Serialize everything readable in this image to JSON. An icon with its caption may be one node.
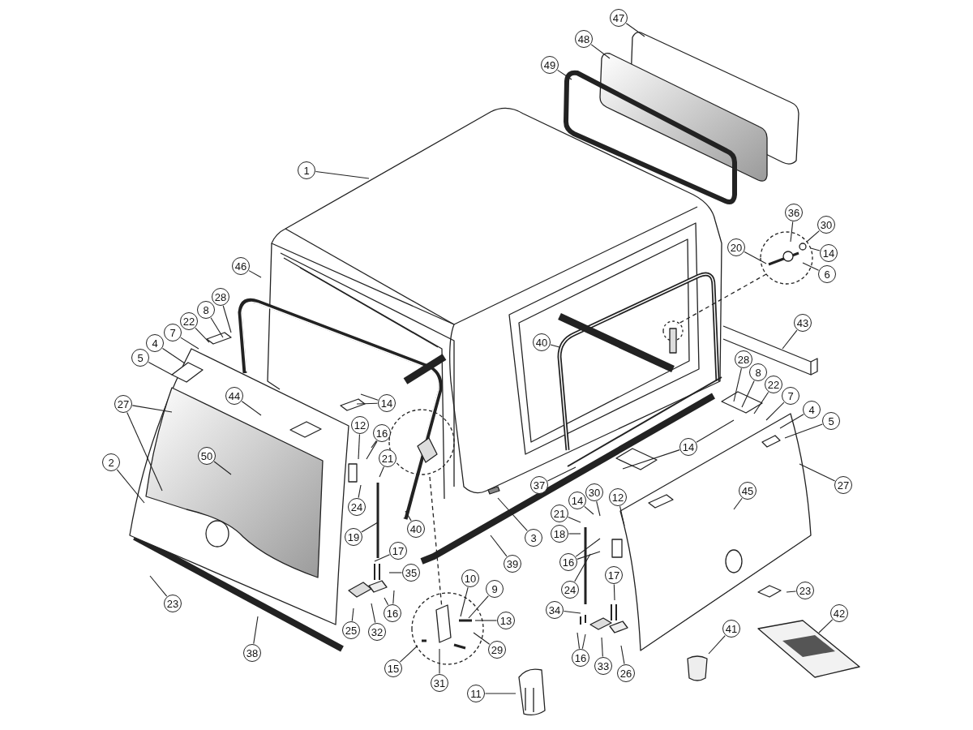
{
  "diagram": {
    "nodes": [
      {
        "text": [
          "47"
        ]
      },
      {
        "text": [
          "48"
        ]
      },
      {
        "text": [
          "49"
        ]
      },
      {
        "text": [
          "1"
        ]
      },
      {
        "text": [
          "36"
        ]
      },
      {
        "text": [
          "30"
        ]
      },
      {
        "text": [
          "20"
        ]
      },
      {
        "text": [
          "14"
        ]
      },
      {
        "text": [
          "6"
        ]
      },
      {
        "text": [
          "46"
        ]
      },
      {
        "text": [
          "28"
        ]
      },
      {
        "text": [
          "8"
        ]
      },
      {
        "text": [
          "22"
        ]
      },
      {
        "text": [
          "43"
        ]
      },
      {
        "text": [
          "7"
        ]
      },
      {
        "text": [
          "40"
        ]
      },
      {
        "text": [
          "4"
        ]
      },
      {
        "text": [
          "5"
        ]
      },
      {
        "text": [
          "28"
        ]
      },
      {
        "text": [
          "8"
        ]
      },
      {
        "text": [
          "22"
        ]
      },
      {
        "text": [
          "7"
        ]
      },
      {
        "text": [
          "44"
        ]
      },
      {
        "text": [
          "14"
        ]
      },
      {
        "text": [
          "27"
        ]
      },
      {
        "text": [
          "4"
        ]
      },
      {
        "text": [
          "5"
        ]
      },
      {
        "text": [
          "12"
        ]
      },
      {
        "text": [
          "16"
        ]
      },
      {
        "text": [
          "14"
        ]
      },
      {
        "text": [
          "21"
        ]
      },
      {
        "text": [
          "50"
        ]
      },
      {
        "text": [
          "2"
        ]
      },
      {
        "text": [
          "27"
        ]
      },
      {
        "text": [
          "37"
        ]
      },
      {
        "text": [
          "45"
        ]
      },
      {
        "text": [
          "30"
        ]
      },
      {
        "text": [
          "14"
        ]
      },
      {
        "text": [
          "12"
        ]
      },
      {
        "text": [
          "24"
        ]
      },
      {
        "text": [
          "21"
        ]
      },
      {
        "text": [
          "40"
        ]
      },
      {
        "text": [
          "18"
        ]
      },
      {
        "text": [
          "19"
        ]
      },
      {
        "text": [
          "3"
        ]
      },
      {
        "text": [
          "17"
        ]
      },
      {
        "text": [
          "16"
        ]
      },
      {
        "text": [
          "39"
        ]
      },
      {
        "text": [
          "35"
        ]
      },
      {
        "text": [
          "17"
        ]
      },
      {
        "text": [
          "10"
        ]
      },
      {
        "text": [
          "9"
        ]
      },
      {
        "text": [
          "24"
        ]
      },
      {
        "text": [
          "23"
        ]
      },
      {
        "text": [
          "23"
        ]
      },
      {
        "text": [
          "34"
        ]
      },
      {
        "text": [
          "16"
        ]
      },
      {
        "text": [
          "42"
        ]
      },
      {
        "text": [
          "13"
        ]
      },
      {
        "text": [
          "41"
        ]
      },
      {
        "text": [
          "25"
        ]
      },
      {
        "text": [
          "32"
        ]
      },
      {
        "text": [
          "29"
        ]
      },
      {
        "text": [
          "38"
        ]
      },
      {
        "text": [
          "16"
        ]
      },
      {
        "text": [
          "33"
        ]
      },
      {
        "text": [
          "15"
        ]
      },
      {
        "text": [
          "26"
        ]
      },
      {
        "text": [
          "31"
        ]
      },
      {
        "text": [
          "11"
        ]
      }
    ],
    "edges": [
      {
        "from": 0,
        "to": null,
        "arrow": "none"
      },
      {
        "from": 1,
        "to": null,
        "arrow": "none"
      },
      {
        "from": 2,
        "to": null,
        "arrow": "none"
      },
      {
        "from": 3,
        "to": null,
        "arrow": "none"
      },
      {
        "from": 4,
        "to": null,
        "arrow": "none"
      },
      {
        "from": 5,
        "to": null,
        "arrow": "none"
      },
      {
        "from": 6,
        "to": null,
        "arrow": "none"
      },
      {
        "from": 7,
        "to": null,
        "arrow": "none"
      },
      {
        "from": 8,
        "to": null,
        "arrow": "none"
      },
      {
        "from": 9,
        "to": null,
        "arrow": "none"
      },
      {
        "from": 10,
        "to": null,
        "arrow": "none"
      },
      {
        "from": 11,
        "to": null,
        "arrow": "none"
      },
      {
        "from": 12,
        "to": null,
        "arrow": "none"
      },
      {
        "from": 13,
        "to": null,
        "arrow": "none"
      },
      {
        "from": 14,
        "to": null,
        "arrow": "none"
      },
      {
        "from": 15,
        "to": null,
        "arrow": "none"
      },
      {
        "from": 16,
        "to": null,
        "arrow": "none"
      },
      {
        "from": 17,
        "to": null,
        "arrow": "none"
      },
      {
        "from": 18,
        "to": null,
        "arrow": "none"
      },
      {
        "from": 19,
        "to": null,
        "arrow": "none"
      },
      {
        "from": 20,
        "to": null,
        "arrow": "none"
      },
      {
        "from": 21,
        "to": null,
        "arrow": "none"
      },
      {
        "from": 22,
        "to": null,
        "arrow": "none"
      },
      {
        "from": 23,
        "to": null,
        "arrow": "none"
      },
      {
        "from": 23,
        "to": null,
        "arrow": "none"
      },
      {
        "from": 24,
        "to": null,
        "arrow": "none"
      },
      {
        "from": 24,
        "to": null,
        "arrow": "none"
      },
      {
        "from": 25,
        "to": null,
        "arrow": "none"
      },
      {
        "from": 26,
        "to": null,
        "arrow": "none"
      },
      {
        "from": 27,
        "to": null,
        "arrow": "none"
      },
      {
        "from": 28,
        "to": null,
        "arrow": "none"
      },
      {
        "from": 28,
        "to": null,
        "arrow": "none"
      },
      {
        "from": 29,
        "to": null,
        "arrow": "none"
      },
      {
        "from": 29,
        "to": null,
        "arrow": "none"
      },
      {
        "from": 30,
        "to": null,
        "arrow": "none"
      },
      {
        "from": 31,
        "to": null,
        "arrow": "none"
      },
      {
        "from": 32,
        "to": null,
        "arrow": "none"
      },
      {
        "from": 33,
        "to": null,
        "arrow": "none"
      },
      {
        "from": 34,
        "to": null,
        "arrow": "none"
      },
      {
        "from": 35,
        "to": null,
        "arrow": "none"
      },
      {
        "from": 36,
        "to": null,
        "arrow": "none"
      },
      {
        "from": 37,
        "to": null,
        "arrow": "none"
      },
      {
        "from": 38,
        "to": null,
        "arrow": "none"
      },
      {
        "from": 39,
        "to": null,
        "arrow": "none"
      },
      {
        "from": 40,
        "to": null,
        "arrow": "none"
      },
      {
        "from": 41,
        "to": null,
        "arrow": "none"
      },
      {
        "from": 42,
        "to": null,
        "arrow": "none"
      },
      {
        "from": 43,
        "to": null,
        "arrow": "none"
      },
      {
        "from": 44,
        "to": null,
        "arrow": "none"
      },
      {
        "from": 45,
        "to": null,
        "arrow": "none"
      },
      {
        "from": 46,
        "to": null,
        "arrow": "none"
      },
      {
        "from": 46,
        "to": null,
        "arrow": "none"
      },
      {
        "from": 47,
        "to": null,
        "arrow": "none"
      },
      {
        "from": 48,
        "to": null,
        "arrow": "none"
      },
      {
        "from": 49,
        "to": null,
        "arrow": "none"
      },
      {
        "from": 50,
        "to": null,
        "arrow": "none"
      },
      {
        "from": 51,
        "to": null,
        "arrow": "none"
      },
      {
        "from": 52,
        "to": null,
        "arrow": "none"
      },
      {
        "from": 53,
        "to": null,
        "arrow": "none"
      },
      {
        "from": 54,
        "to": null,
        "arrow": "none"
      },
      {
        "from": 55,
        "to": null,
        "arrow": "none"
      },
      {
        "from": 56,
        "to": null,
        "arrow": "none"
      },
      {
        "from": 56,
        "to": null,
        "arrow": "none"
      },
      {
        "from": 57,
        "to": null,
        "arrow": "none"
      },
      {
        "from": 58,
        "to": null,
        "arrow": "none"
      },
      {
        "from": 59,
        "to": null,
        "arrow": "none"
      },
      {
        "from": 60,
        "to": null,
        "arrow": "none"
      },
      {
        "from": 61,
        "to": null,
        "arrow": "none"
      },
      {
        "from": 62,
        "to": null,
        "arrow": "none"
      },
      {
        "from": 63,
        "to": null,
        "arrow": "none"
      },
      {
        "from": 64,
        "to": null,
        "arrow": "none"
      },
      {
        "from": 64,
        "to": null,
        "arrow": "none"
      },
      {
        "from": 65,
        "to": null,
        "arrow": "none"
      },
      {
        "from": 66,
        "to": null,
        "arrow": "none"
      },
      {
        "from": 67,
        "to": null,
        "arrow": "none"
      },
      {
        "from": 68,
        "to": null,
        "arrow": "none"
      },
      {
        "from": 69,
        "to": null,
        "arrow": "none"
      }
    ]
  }
}
